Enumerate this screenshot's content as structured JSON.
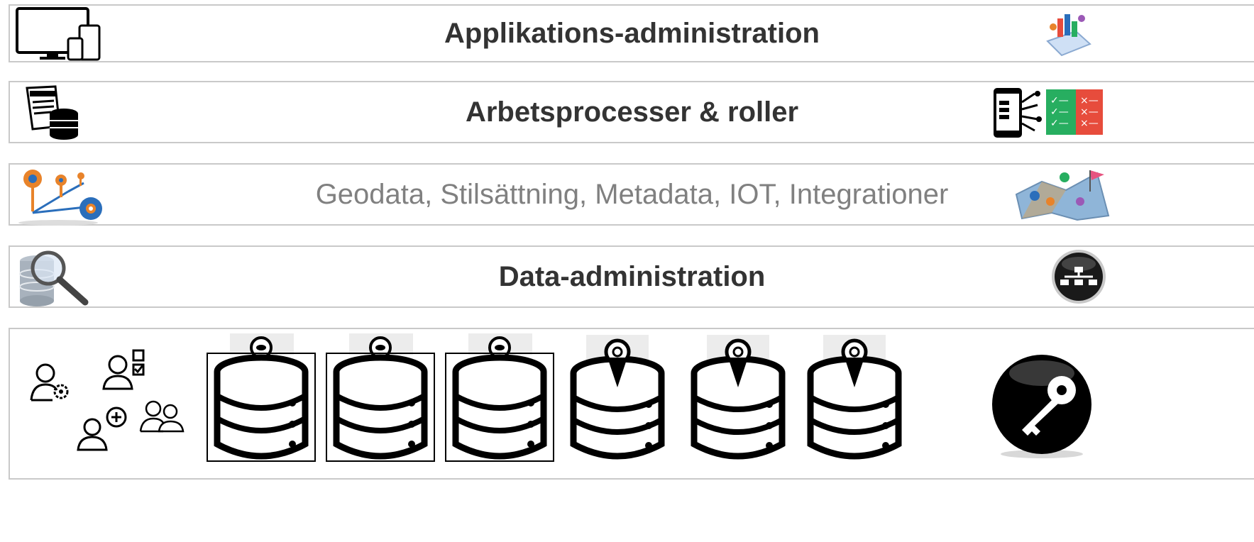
{
  "layers": [
    {
      "title": "Applikations-administration",
      "icons": [
        "devices-icon",
        "tablet-app-icon"
      ]
    },
    {
      "title": "Arbetsprocesser & roller",
      "icons": [
        "document-database-icon",
        "mobile-checklist-icon"
      ]
    },
    {
      "title": "Geodata, Stilsättning, Metadata, IOT, Integrationer",
      "icons": [
        "map-pins-gear-icon",
        "map-icon"
      ]
    },
    {
      "title": "Data-administration",
      "icons": [
        "database-search-icon",
        "network-icon"
      ]
    },
    {
      "title": "",
      "icons": [
        "user-settings-icon",
        "user-check-icon",
        "user-add-icon",
        "users-icon",
        "database-icon",
        "key-icon"
      ]
    }
  ],
  "colors": {
    "border": "#c9c9c9",
    "text_dark": "#333333",
    "text_light": "#808080",
    "accent_orange": "#e8832a",
    "accent_blue": "#2a6ebb",
    "green": "#27ae60",
    "red": "#e74c3c"
  }
}
